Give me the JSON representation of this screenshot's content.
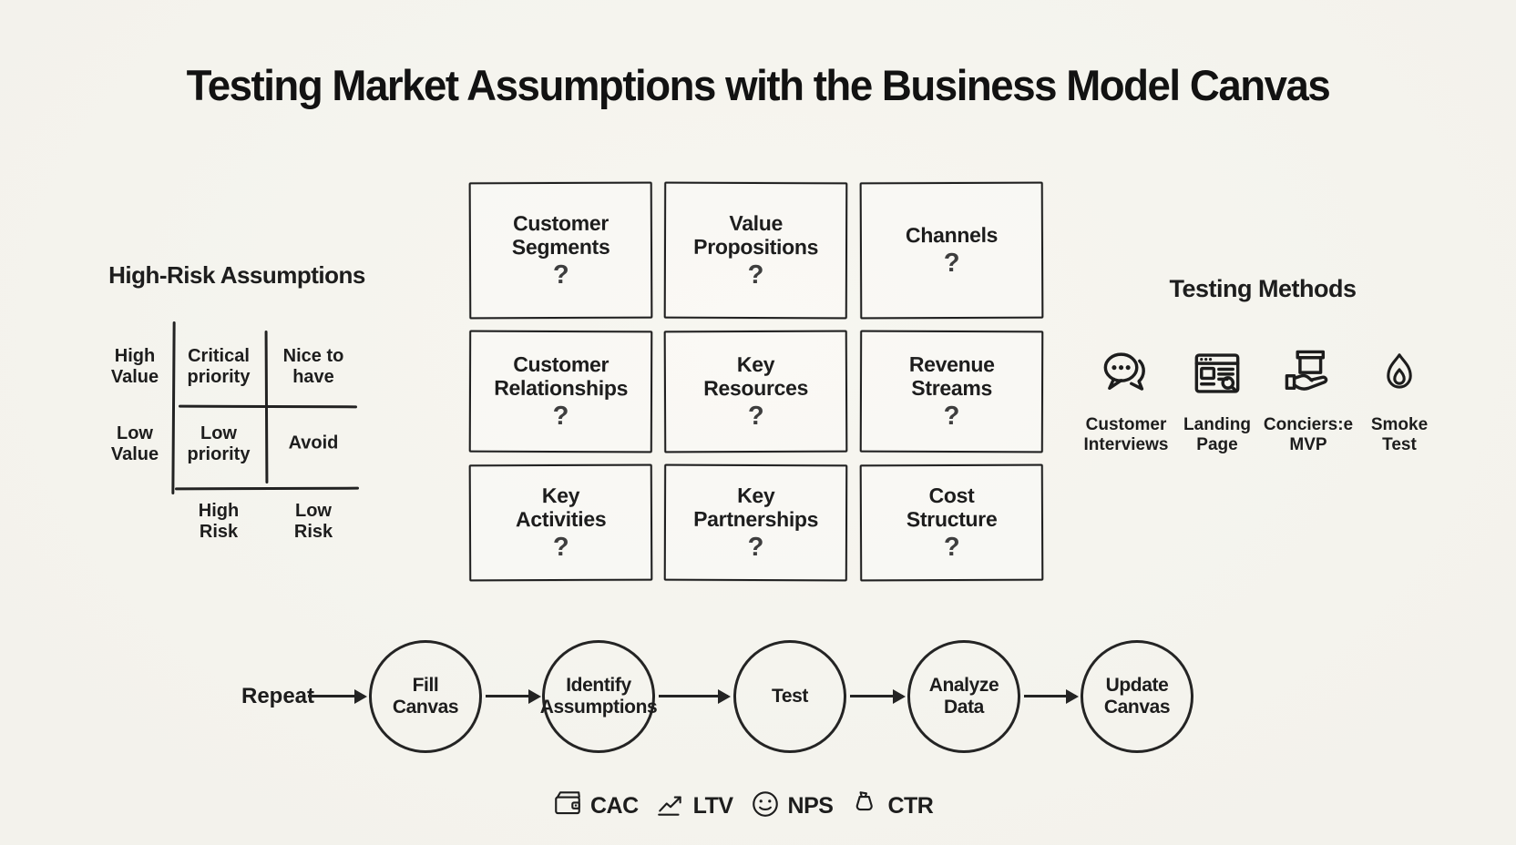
{
  "title": "Testing Market Assumptions with the Business Model Canvas",
  "risk_matrix": {
    "title": "High-Risk Assumptions",
    "row_labels": [
      "High\nValue",
      "Low\nValue"
    ],
    "col_labels": [
      "High\nRisk",
      "Low\nRisk"
    ],
    "cells": [
      "Critical\npriority",
      "Nice to\nhave",
      "Low\npriority",
      "Avoid"
    ]
  },
  "canvas_grid": {
    "placeholder": "?",
    "boxes": [
      {
        "label": "Customer\nSegments"
      },
      {
        "label": "Value\nPropositions"
      },
      {
        "label": "Channels"
      },
      {
        "label": "Customer\nRelationships"
      },
      {
        "label": "Key\nResources"
      },
      {
        "label": "Revenue\nStreams"
      },
      {
        "label": "Key\nActivities"
      },
      {
        "label": "Key\nPartnerships"
      },
      {
        "label": "Cost\nStructure"
      }
    ]
  },
  "testing_methods": {
    "title": "Testing Methods",
    "methods": [
      {
        "icon": "chat-bubbles-icon",
        "label": "Customer\nInterviews"
      },
      {
        "icon": "landing-page-icon",
        "label": "Landing\nPage"
      },
      {
        "icon": "hand-box-icon",
        "label": "Conciers:e\nMVP"
      },
      {
        "icon": "flame-icon",
        "label": "Smoke\nTest"
      }
    ]
  },
  "process_flow": {
    "start_label": "Repeat",
    "steps": [
      {
        "label": "Fill\nCanvas"
      },
      {
        "label": "Identify\nAssumptions"
      },
      {
        "label": "Test"
      },
      {
        "label": "Analyze\nData"
      },
      {
        "label": "Update\nCanvas"
      }
    ]
  },
  "metrics": [
    {
      "icon": "wallet-icon",
      "label": "CAC"
    },
    {
      "icon": "trend-up-icon",
      "label": "LTV"
    },
    {
      "icon": "smiley-icon",
      "label": "NPS"
    },
    {
      "icon": "cursor-click-icon",
      "label": "CTR"
    }
  ],
  "colors": {
    "background": "#f5f4ee",
    "ink": "#1d1d1d"
  }
}
